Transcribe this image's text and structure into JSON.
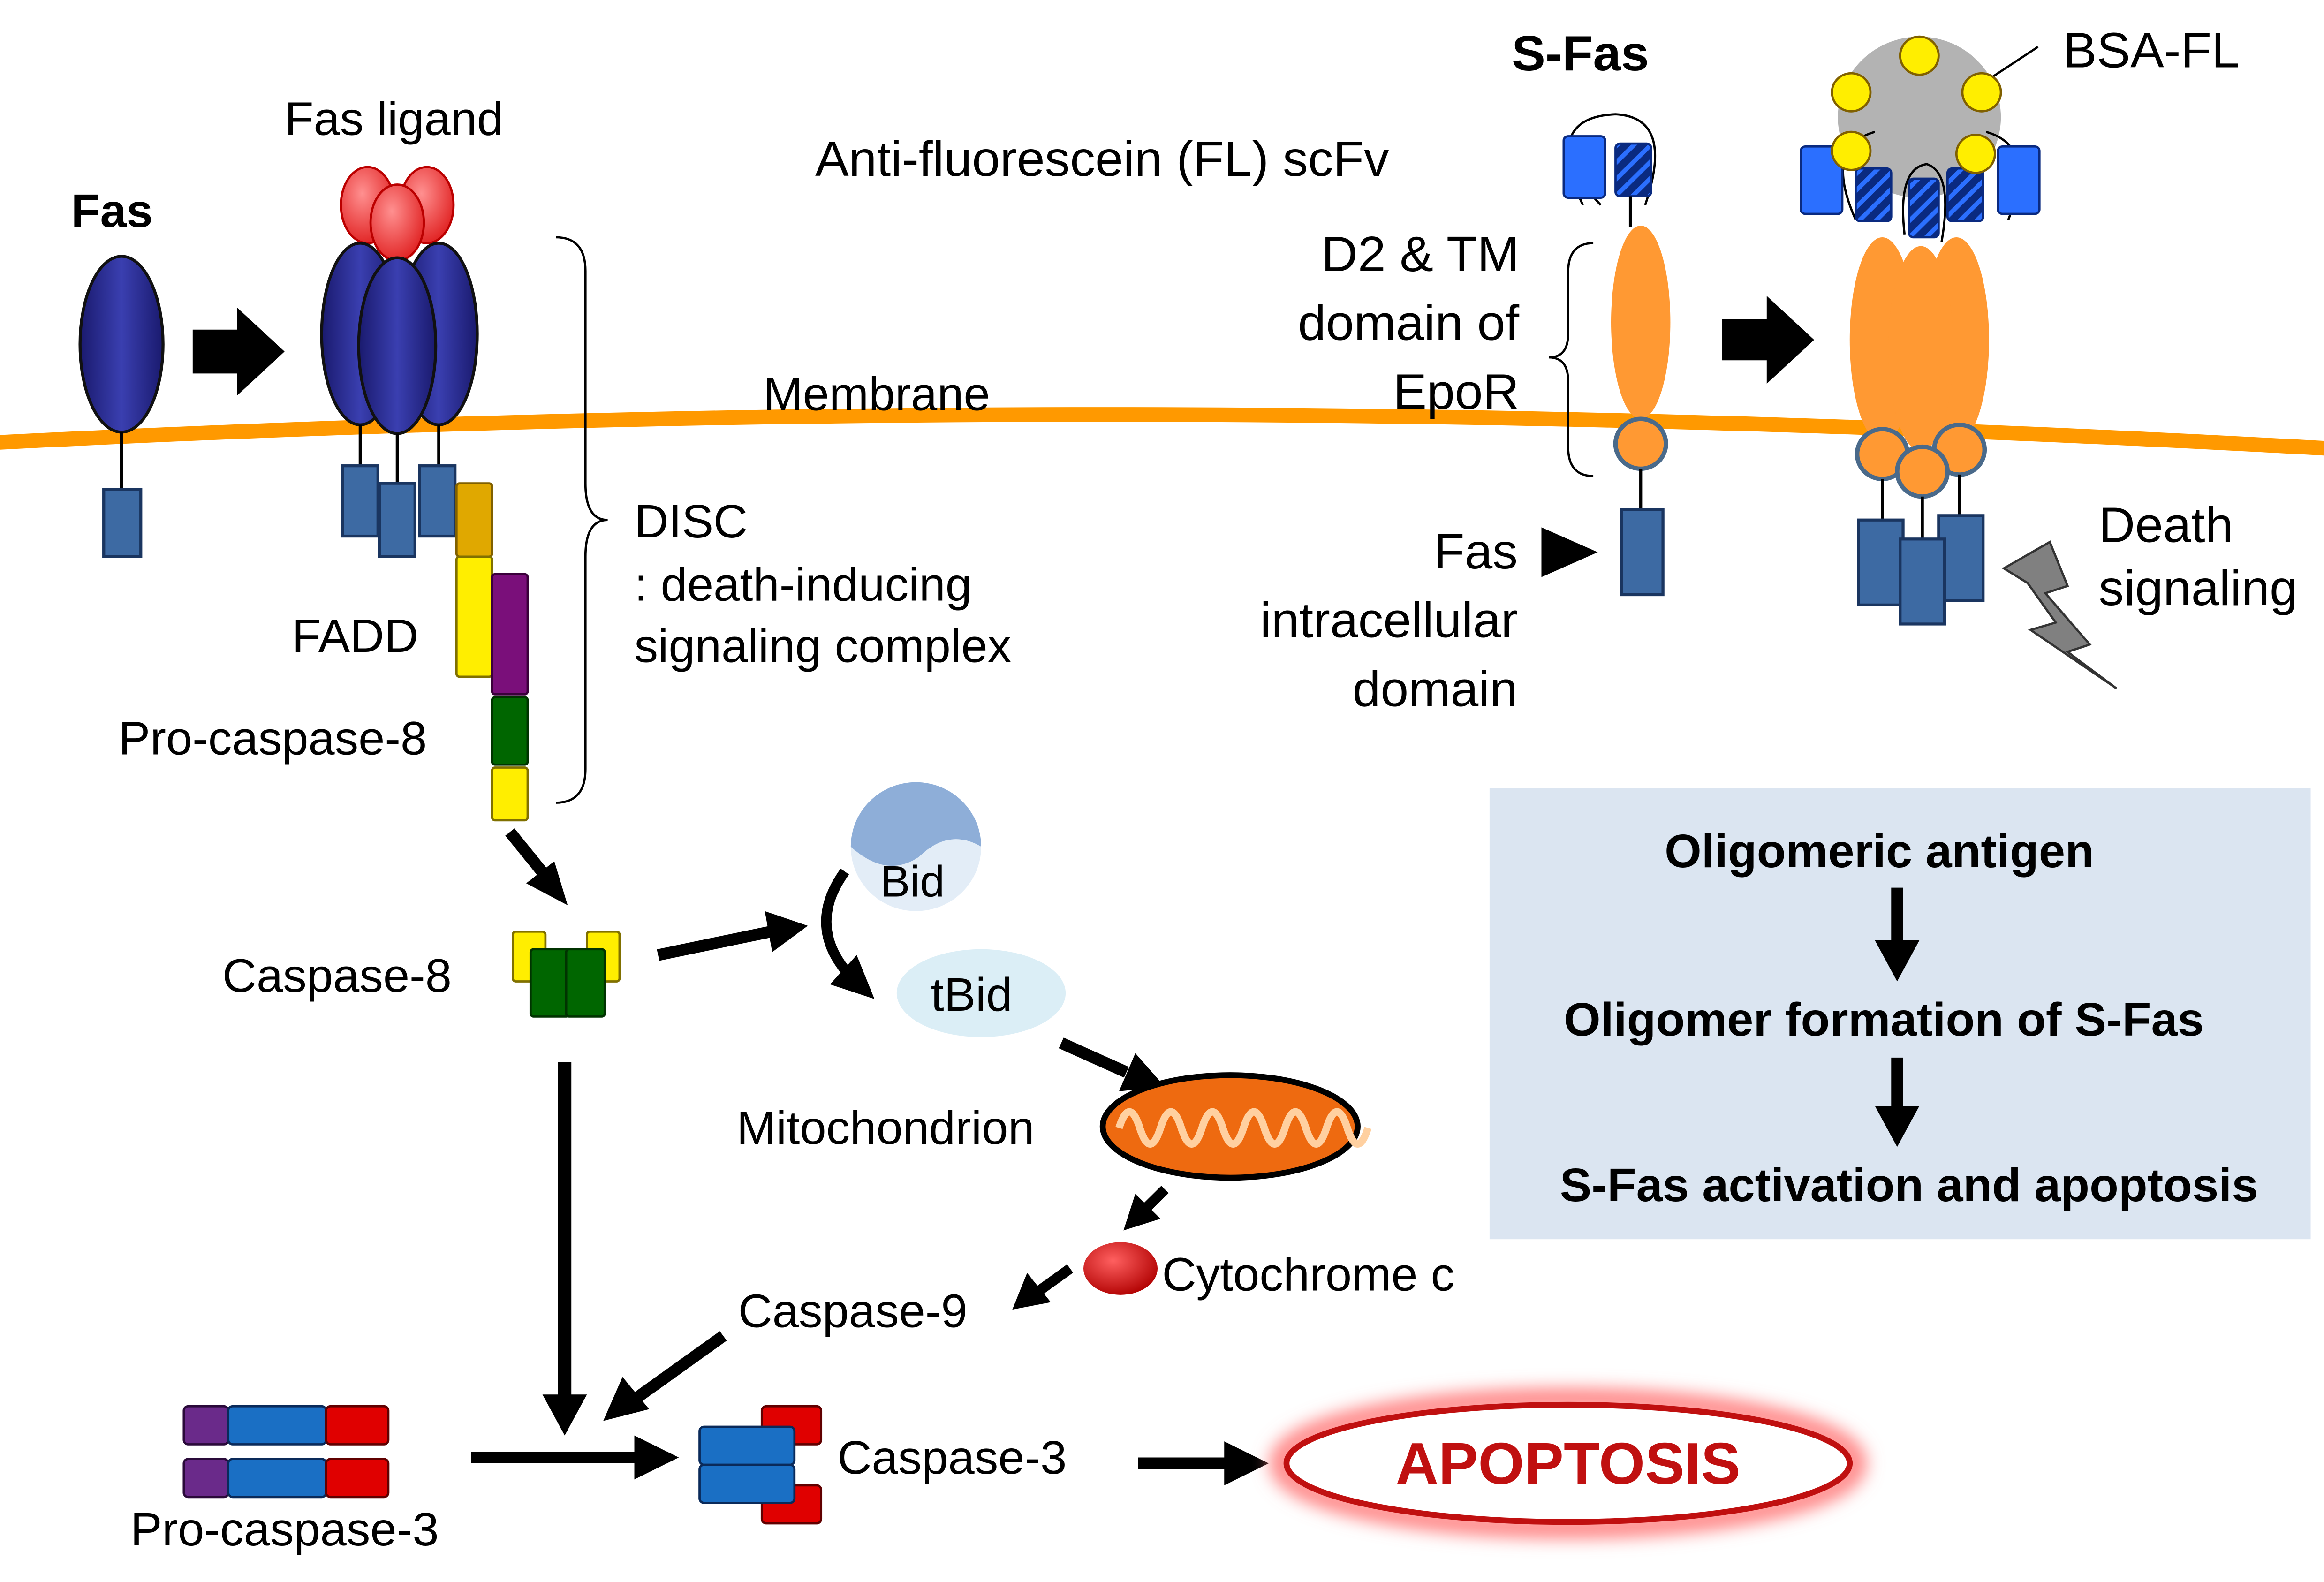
{
  "colors": {
    "fas_blue": "#2d318f",
    "fas_dark": "#1a1a5e",
    "ligand_red": "#ff5a5a",
    "tm_box": "#3d6aa3",
    "membrane": "#ff9900",
    "epor_orange": "#ff9933",
    "scfv_blue": "#2b6fff",
    "fl_yellow": "#ffee00",
    "bsa_gray": "#b3b3b3",
    "fadd_yellow": "#ffee00",
    "fadd_gold": "#e0a800",
    "purple": "#7a0f7a",
    "green": "#006600",
    "caspase3_blue": "#1a6fc4",
    "caspase3_red": "#e00000",
    "mito_orange": "#ee6a10",
    "apoptosis_red": "#c01010",
    "box_bg": "#dbe5f1"
  },
  "left": {
    "fas_label": "Fas",
    "fas_ligand_label": "Fas ligand",
    "membrane_label": "Membrane",
    "disc_label": "DISC",
    "disc_desc_1": ": death-inducing",
    "disc_desc_2": "signaling complex",
    "fadd_label": "FADD",
    "procaspase8_label": "Pro-caspase-8",
    "caspase8_label": "Caspase-8",
    "bid_label": "Bid",
    "tbid_label": "tBid",
    "mitochondrion_label": "Mitochondrion",
    "cytochrome_label": "Cytochrome c",
    "caspase9_label": "Caspase-9",
    "procaspase3_label": "Pro-caspase-3",
    "caspase3_label": "Caspase-3",
    "apoptosis_label": "APOPTOSIS"
  },
  "right": {
    "sfas_label": "S-Fas",
    "bsa_label": "BSA-FL",
    "scfv_label": "Anti-fluorescein (FL) scFv",
    "epor_label_1": "D2 & TM",
    "epor_label_2": "domain of",
    "epor_label_3": "EpoR",
    "fas_ic_label_1": "Fas",
    "fas_ic_label_2": "intracellular",
    "fas_ic_label_3": "domain",
    "death_label_1": "Death",
    "death_label_2": "signaling"
  },
  "summary_box": {
    "step1": "Oligomeric antigen",
    "step2": "Oligomer formation of S-Fas",
    "step3": "S-Fas activation and apoptosis"
  }
}
